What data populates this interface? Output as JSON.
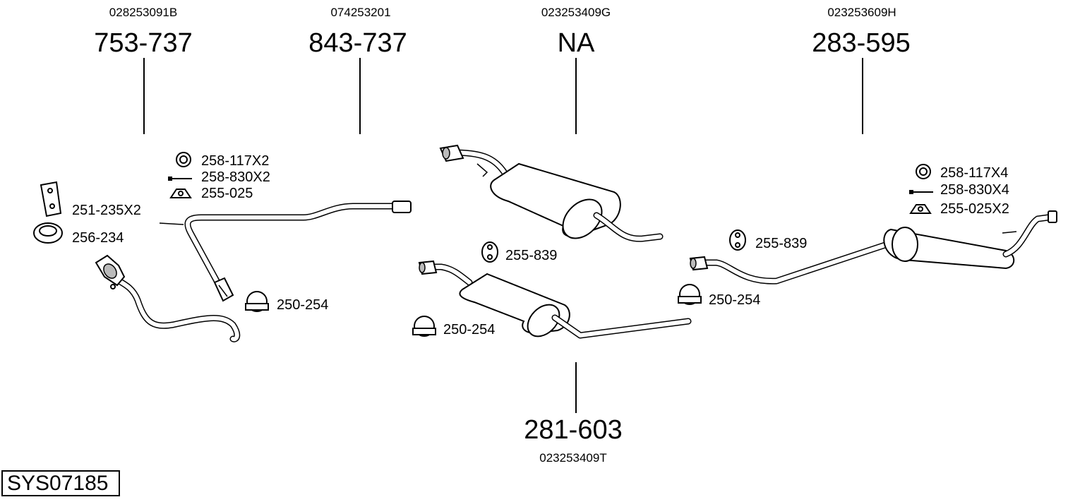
{
  "system": {
    "code": "SYS07185"
  },
  "parts": [
    {
      "id": "front",
      "oem": "028253091B",
      "number": "753-737"
    },
    {
      "id": "pipe1",
      "oem": "074253201",
      "number": "843-737"
    },
    {
      "id": "mid",
      "oem": "023253409G",
      "number": "NA"
    },
    {
      "id": "rear",
      "oem": "023253609H",
      "number": "283-595"
    },
    {
      "id": "centre",
      "oem": "023253409T",
      "number": "281-603"
    }
  ],
  "accessories": [
    {
      "id": "acc1",
      "label": "258-117X2",
      "icon": "ring-icon"
    },
    {
      "id": "acc2",
      "label": "258-830X2",
      "icon": "bolt-icon"
    },
    {
      "id": "acc3",
      "label": "255-025",
      "icon": "bracket-icon"
    },
    {
      "id": "acc4",
      "label": "251-235X2",
      "icon": "flange-icon"
    },
    {
      "id": "acc5",
      "label": "256-234",
      "icon": "gasket-icon"
    },
    {
      "id": "acc6",
      "label": "250-254",
      "icon": "clamp-icon"
    },
    {
      "id": "acc7",
      "label": "255-839",
      "icon": "rubber-mount-icon"
    },
    {
      "id": "acc8",
      "label": "250-254",
      "icon": "clamp-icon"
    },
    {
      "id": "acc9",
      "label": "258-117X4",
      "icon": "ring-icon"
    },
    {
      "id": "acc10",
      "label": "258-830X4",
      "icon": "bolt-icon"
    },
    {
      "id": "acc11",
      "label": "255-025X2",
      "icon": "bracket-icon"
    },
    {
      "id": "acc12",
      "label": "255-839",
      "icon": "rubber-mount-icon"
    },
    {
      "id": "acc13",
      "label": "250-254",
      "icon": "clamp-icon"
    }
  ]
}
